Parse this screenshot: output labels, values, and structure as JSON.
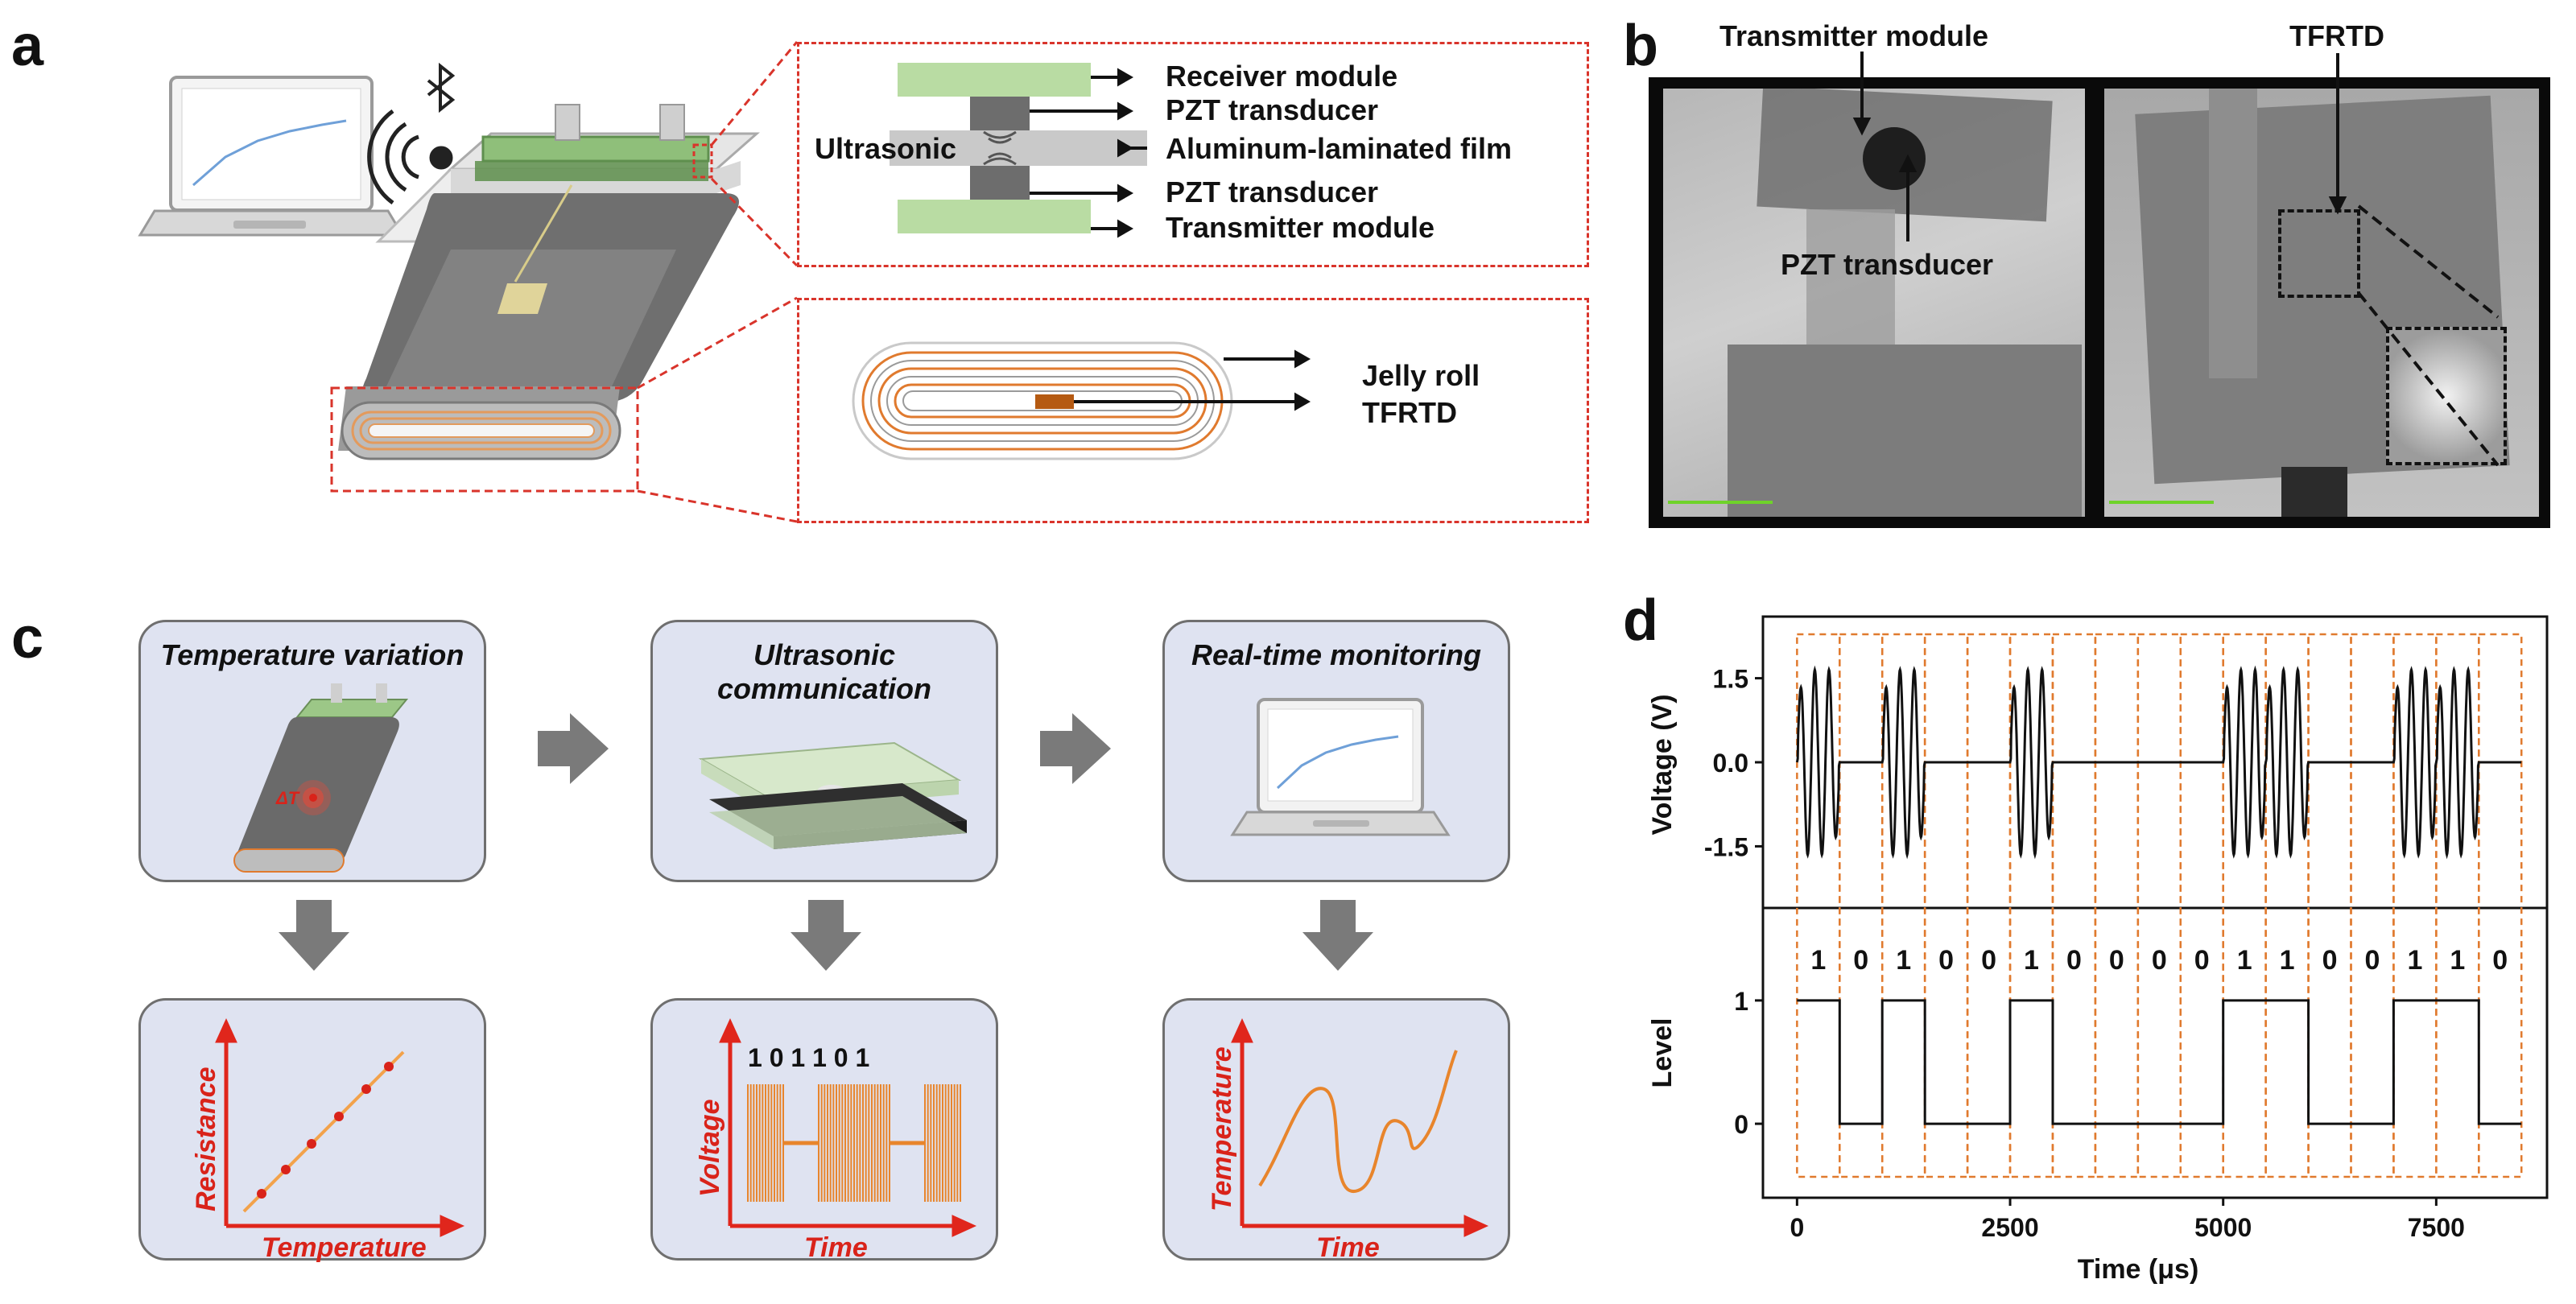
{
  "panel_labels": {
    "a": "a",
    "b": "b",
    "c": "c",
    "d": "d"
  },
  "panel_a": {
    "labels": {
      "receiver": "Receiver module",
      "pzt_top": "PZT transducer",
      "ultrasonic": "Ultrasonic",
      "film": "Aluminum-laminated film",
      "pzt_bottom": "PZT transducer",
      "transmitter": "Transmitter module",
      "jelly_roll": "Jelly roll",
      "tfrtd": "TFRTD"
    }
  },
  "panel_b": {
    "labels": {
      "transmitter_module": "Transmitter module",
      "pzt_transducer": "PZT transducer",
      "tfrtd": "TFRTD"
    }
  },
  "panel_c": {
    "steps": [
      {
        "title": "Temperature variation",
        "delta": "ΔT"
      },
      {
        "title": "Ultrasonic communication"
      },
      {
        "title": "Real-time monitoring"
      }
    ],
    "plots": [
      {
        "ylabel": "Resistance",
        "xlabel": "Temperature"
      },
      {
        "ylabel": "Voltage",
        "xlabel": "Time",
        "bits": "1 0 1 1 0 1"
      },
      {
        "ylabel": "Temperature",
        "xlabel": "Time"
      }
    ]
  },
  "chart_data": {
    "type": "line",
    "xlabel": "Time (μs)",
    "xlim": [
      -400,
      8800
    ],
    "xticks": [
      0,
      2500,
      5000,
      7500
    ],
    "bit_period_us": 500,
    "bits": [
      1,
      0,
      1,
      0,
      0,
      1,
      0,
      0,
      0,
      0,
      1,
      1,
      0,
      0,
      1,
      1,
      0
    ],
    "top": {
      "ylabel": "Voltage (V)",
      "ylim": [
        -2.6,
        2.6
      ],
      "yticks": [
        "1.5",
        "0.0",
        "-1.5"
      ],
      "amplitude": 1.65,
      "cycles_per_bit": 3
    },
    "bottom": {
      "ylabel": "Level",
      "ylim": [
        -0.6,
        1.75
      ],
      "yticks": [
        "1",
        "0"
      ]
    },
    "colors": {
      "signal": "#111111",
      "window": "#e07a2e"
    }
  }
}
